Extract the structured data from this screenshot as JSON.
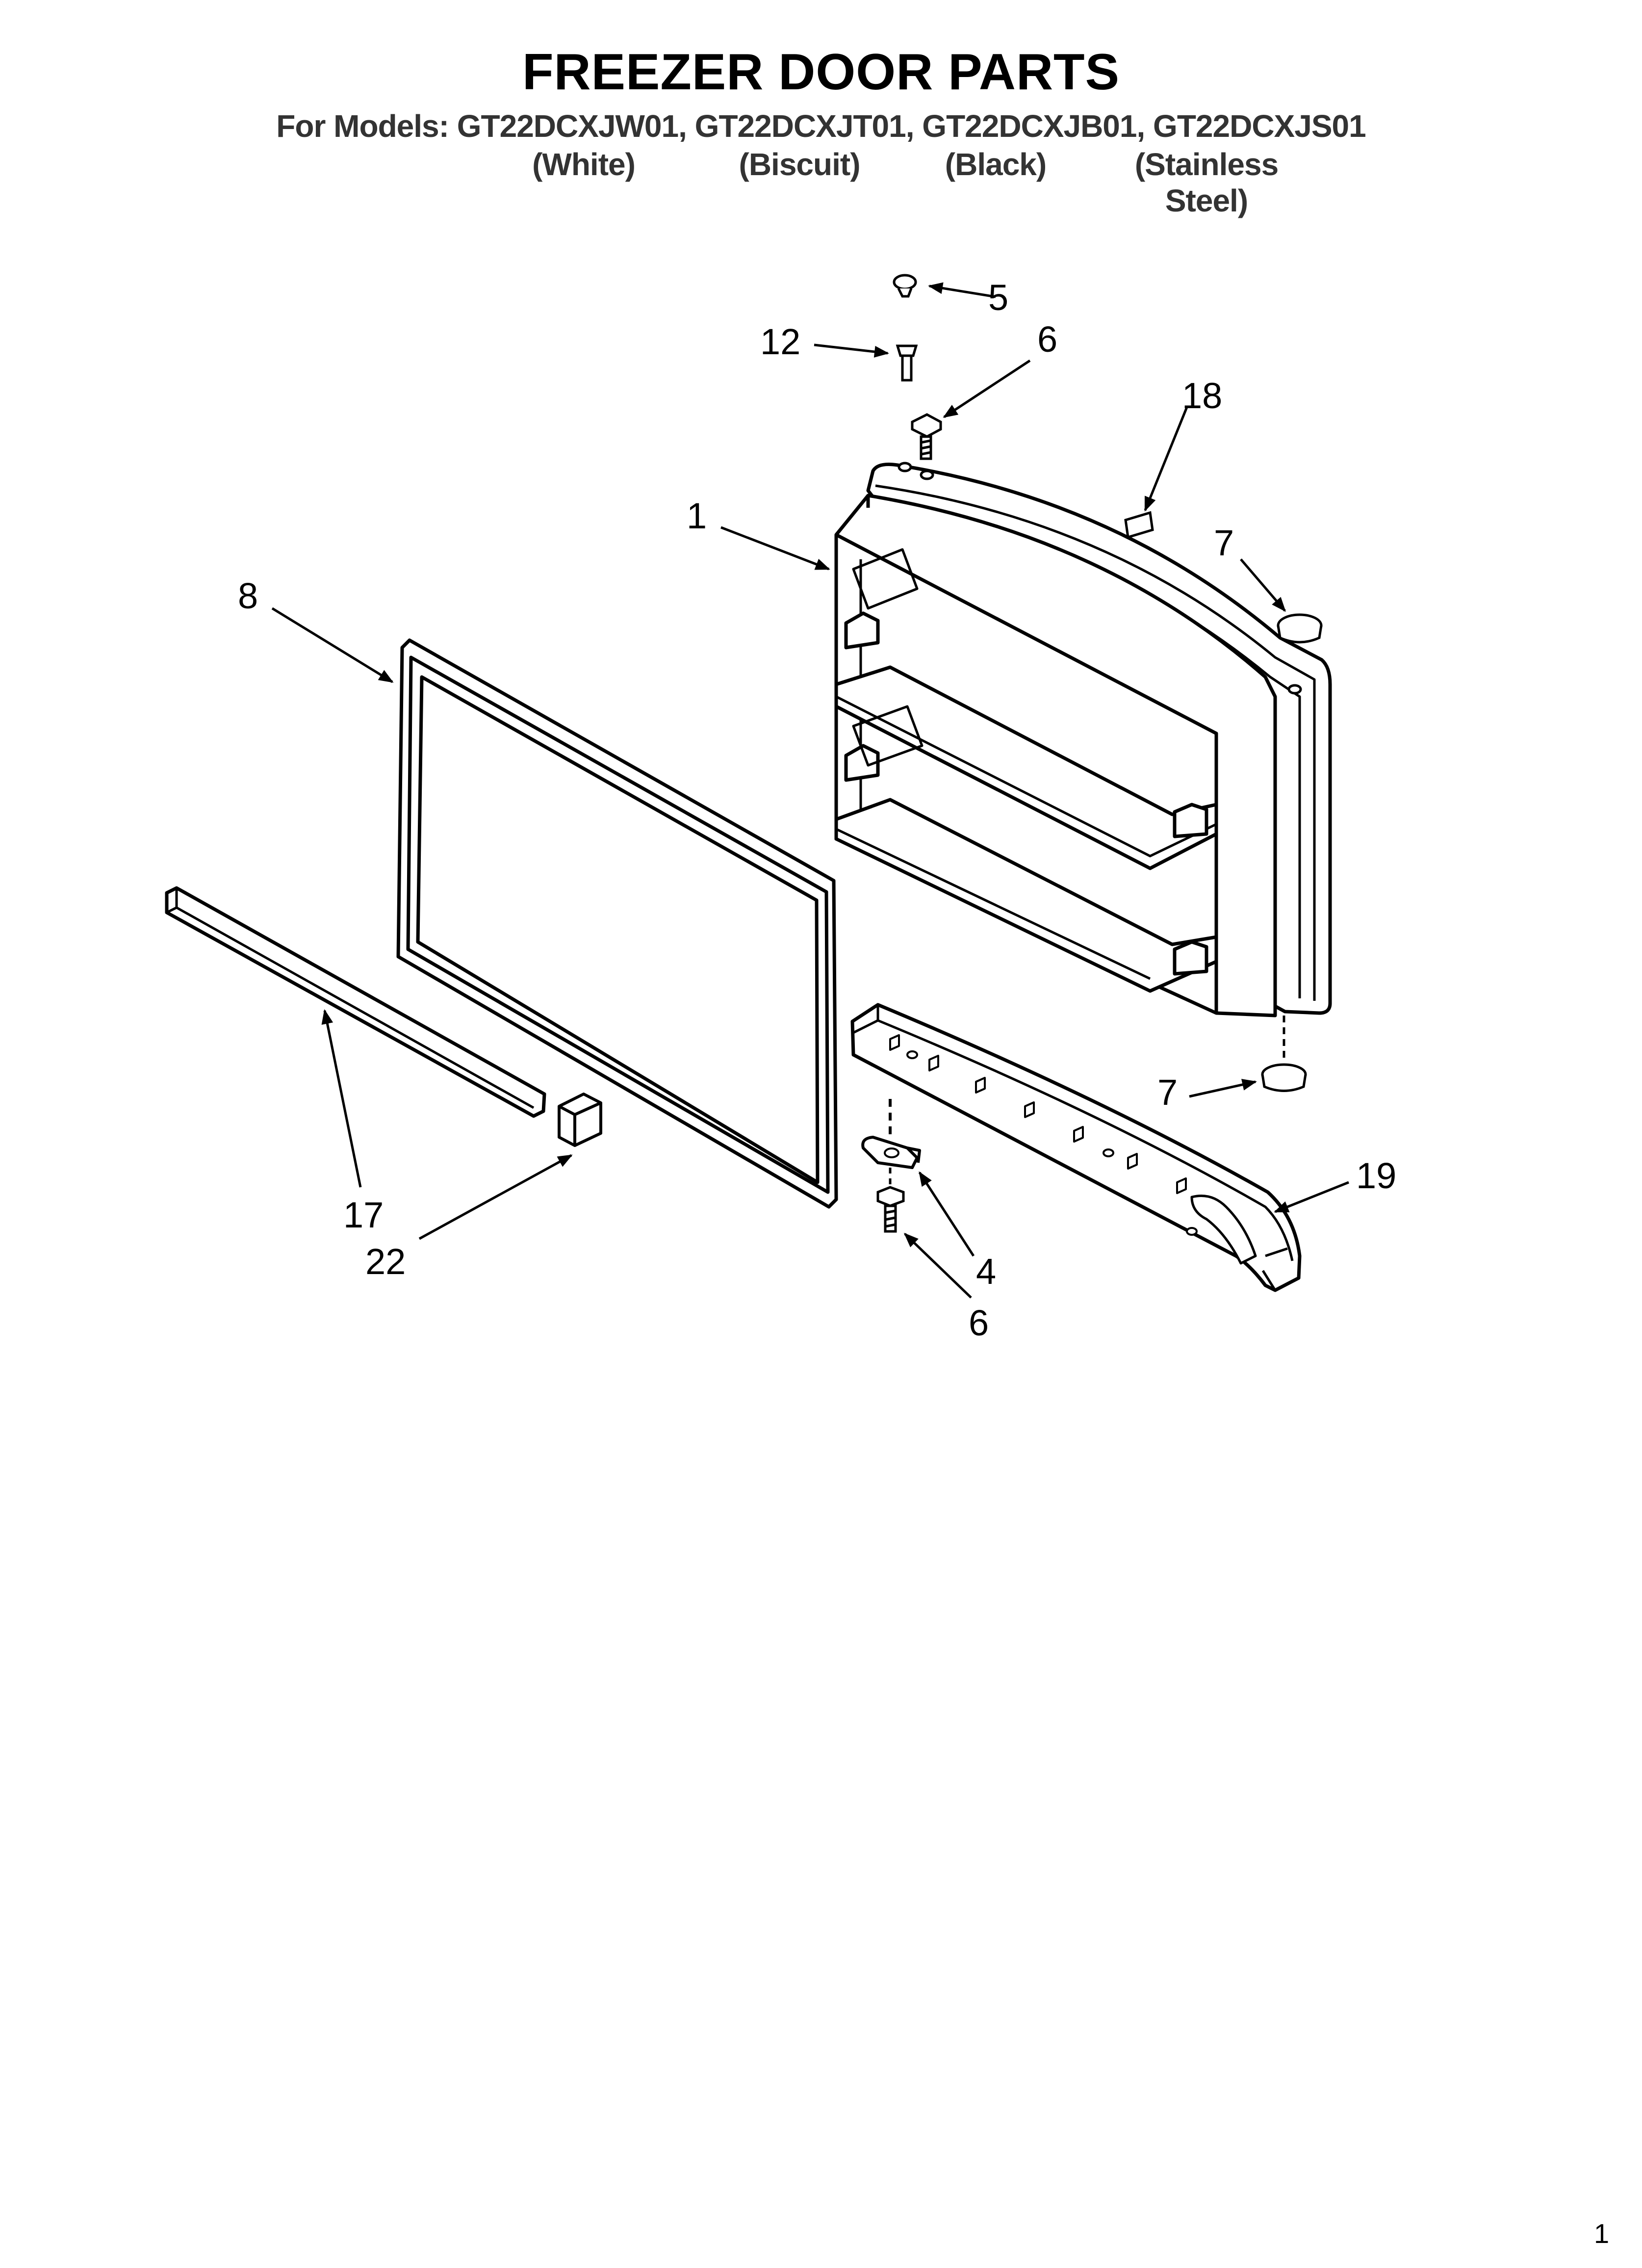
{
  "header": {
    "title": "FREEZER DOOR PARTS",
    "models": "For Models: GT22DCXJW01, GT22DCXJT01, GT22DCXJB01, GT22DCXJS01",
    "variants": [
      "(White)",
      "(Biscuit)",
      "(Black)",
      "(Stainless Steel)"
    ]
  },
  "callouts": {
    "c5": "5",
    "c12": "12",
    "c6_top": "6",
    "c18": "18",
    "c1": "1",
    "c7_top": "7",
    "c8": "8",
    "c7_bottom": "7",
    "c19": "19",
    "c4": "4",
    "c6_bottom": "6",
    "c17": "17",
    "c22": "22"
  },
  "footer": {
    "page_number": "1"
  }
}
